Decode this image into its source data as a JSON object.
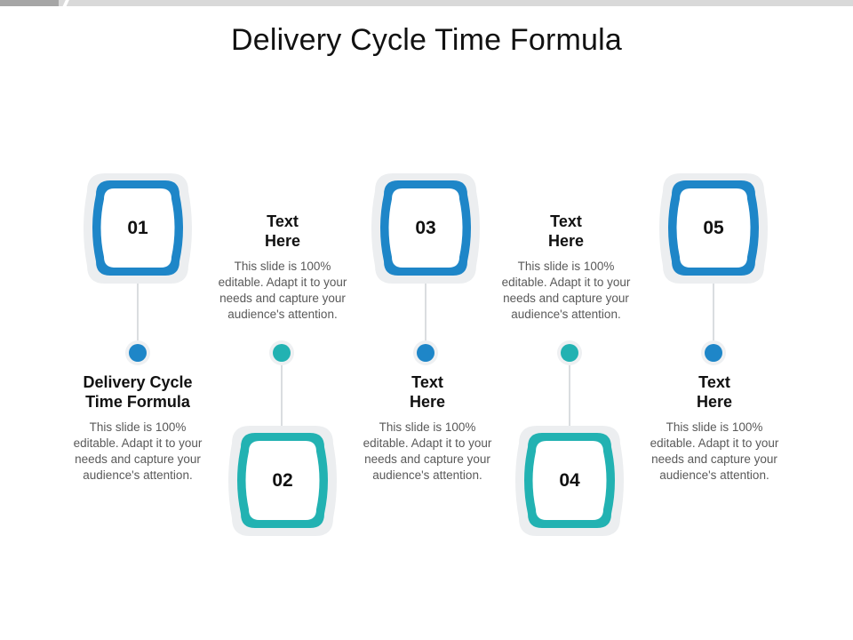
{
  "title": "Delivery Cycle Time Formula",
  "colors": {
    "blue": "#1e86c8",
    "teal": "#22b2b2"
  },
  "steps": [
    {
      "number": "01",
      "heading_lines": [
        "Delivery Cycle",
        "Time Formula"
      ],
      "body_lines": [
        "This slide is 100%",
        "editable. Adapt it to your",
        "needs and capture your",
        "audience's attention."
      ]
    },
    {
      "number": "02",
      "heading_lines": [
        "Text",
        "Here"
      ],
      "body_lines": [
        "This slide is 100%",
        "editable. Adapt it to your",
        "needs and capture your",
        "audience's attention."
      ]
    },
    {
      "number": "03",
      "heading_lines": [
        "Text",
        "Here"
      ],
      "body_lines": [
        "This slide is 100%",
        "editable. Adapt it to your",
        "needs and capture your",
        "audience's attention."
      ]
    },
    {
      "number": "04",
      "heading_lines": [
        "Text",
        "Here"
      ],
      "body_lines": [
        "This slide is 100%",
        "editable. Adapt it to your",
        "needs and capture your",
        "audience's attention."
      ]
    },
    {
      "number": "05",
      "heading_lines": [
        "Text",
        "Here"
      ],
      "body_lines": [
        "This slide is 100%",
        "editable. Adapt it to your",
        "needs and capture your",
        "audience's attention."
      ]
    }
  ]
}
